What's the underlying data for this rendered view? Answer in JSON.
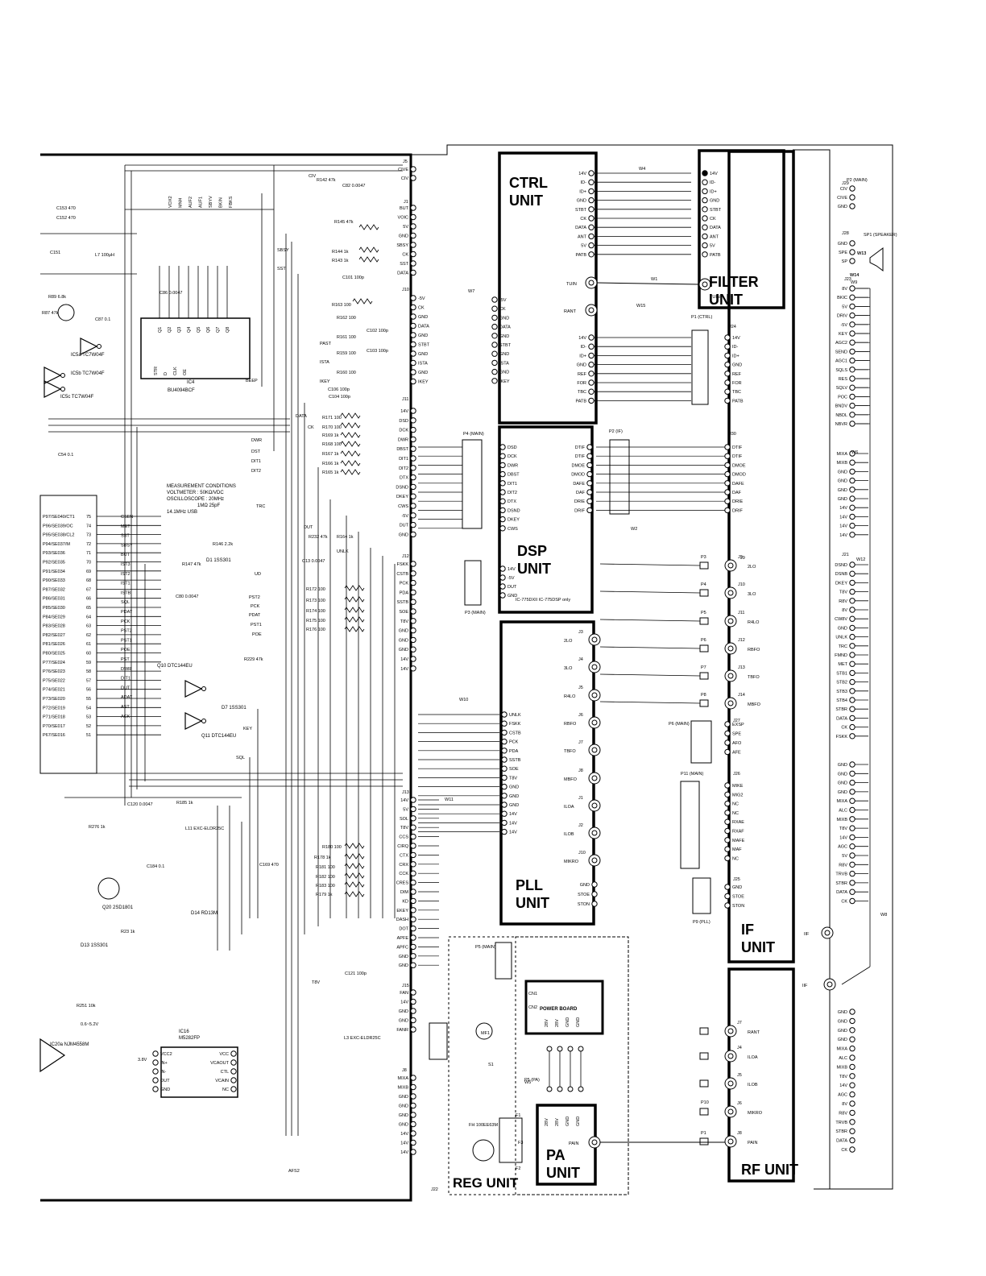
{
  "units": {
    "ctrl": "CTRL UNIT",
    "filter": "FILTER UNIT",
    "dsp": "DSP UNIT",
    "pll": "PLL UNIT",
    "if": "IF UNIT",
    "rf": "RF UNIT",
    "pa": "PA UNIT",
    "reg": "REG UNIT",
    "power_board": "POWER BOARD"
  },
  "ics": {
    "ic4_ref": "IC4",
    "ic4_part": "BU4094BCF",
    "ic16_ref": "IC16",
    "ic16_part": "M5282FP",
    "ic5a": "IC5a TC7W04F",
    "ic5b": "IC5b TC7W04F",
    "ic5c": "IC5c TC7W04F",
    "ic20a": "IC20a NJM4558M",
    "q10": "Q10 DTC144EU",
    "q11": "Q11 DTC144EU",
    "q20": "Q20 2SD1801",
    "d1": "D1 1SS301",
    "d7": "D7 1SS301",
    "d13": "D13 1SS301",
    "d14": "D14 RD13M"
  },
  "measurement": {
    "line1": "MEASUREMENT CONDITIONS",
    "line2": "VOLTMETER : 50KΩ/VDC",
    "line3": "OSCILLOSCOPE : 20MHz",
    "line4": "1MΩ 25pF",
    "line5": "14.1MHz USB"
  },
  "dsp_note": "IC-775DXII  IC-775DSP  only",
  "connectors": {
    "j5": "J5",
    "j1": "J1",
    "j10": "J10",
    "j11": "J11",
    "j12": "J12",
    "j13": "J13",
    "j15": "J15",
    "j8": "J8",
    "j22": "J22",
    "j9": "J9",
    "j30": "J30",
    "j21": "J21",
    "j23": "J23",
    "j24": "J24",
    "j25": "J25",
    "j26": "J26",
    "j27": "J27",
    "j28": "J28",
    "j29": "J29"
  },
  "pins": {
    "j5": [
      "CIVE",
      "CIV"
    ],
    "j1_main": [
      "BUT",
      "VOIC",
      "5V",
      "GND",
      "SBSY",
      "CK",
      "SST",
      "DATA"
    ],
    "j10": [
      "-5V",
      "CK",
      "GND",
      "DATA",
      "GND",
      "STBT",
      "GND",
      "ISTA",
      "GND",
      "IKEY"
    ],
    "ctrl_top": [
      "14V",
      "ID-",
      "ID+",
      "GND",
      "STBT",
      "CK",
      "DATA",
      "ANT",
      "5V",
      "PATB"
    ],
    "ctrl_bottom": [
      "14V",
      "ID-",
      "ID+",
      "GND",
      "REF",
      "FOR",
      "TBC",
      "PATB"
    ],
    "j11": [
      "14V",
      "DSD",
      "DCK",
      "DWR",
      "DBST",
      "DIT1",
      "DIT2",
      "DTX",
      "DSND",
      "DKEY",
      "CWS",
      "-5V",
      "DUT",
      "GND"
    ],
    "dsp_j3": [
      "DSD",
      "DCK",
      "DWR",
      "DBST",
      "DIT1",
      "DIT2",
      "DTX",
      "DSND",
      "DKEY",
      "CWS"
    ],
    "dsp_j1": [
      "DTIF",
      "DTIF",
      "DMOE",
      "DMOD",
      "DAFE",
      "DAF",
      "DRIE",
      "DRIF"
    ],
    "dsp_j2": [
      "14V",
      "-5V",
      "DUT",
      "GND"
    ],
    "j30": [
      "DTIF",
      "DTIF",
      "DMOE",
      "DMOD",
      "DAFE",
      "DAF",
      "DRIE",
      "DRIF"
    ],
    "j12": [
      "FSKK",
      "CSTB",
      "PCK",
      "PDA",
      "SSTB",
      "SOE",
      "T8V",
      "GND",
      "GND",
      "GND",
      "14V",
      "14V"
    ],
    "pll_j11": [
      "UNLK",
      "FSKK",
      "CSTB",
      "PCK",
      "PDA",
      "SSTB",
      "SOE",
      "T8V",
      "GND",
      "GND",
      "GND",
      "14V",
      "14V",
      "14V"
    ],
    "j13": [
      "14V",
      "5V",
      "SOL",
      "T8V",
      "CCS",
      "CIRQ",
      "CTX",
      "CRX",
      "CCK",
      "CRES",
      "DIM",
      "KD",
      "EKEY",
      "DASH",
      "DOT",
      "APFE",
      "APFC",
      "GND",
      "GND"
    ],
    "j15": [
      "FAN",
      "14V",
      "GND",
      "GND",
      "FANR"
    ],
    "j8_left": [
      "MIXA",
      "MIXB",
      "GND",
      "GND",
      "GND",
      "GND",
      "14V",
      "14V",
      "14V"
    ],
    "j23": [
      "8V",
      "BKIC",
      "5V",
      "DRIV",
      "-5V",
      "KEY",
      "AGC2",
      "SEND",
      "AGC1",
      "SQLS",
      "RES",
      "SQLV",
      "POC",
      "BNDV",
      "NBDL",
      "NBVR"
    ],
    "j22": [
      "MIXA",
      "MIXB",
      "GND",
      "GND",
      "GND",
      "GND",
      "14V",
      "14V",
      "14V",
      "14V"
    ],
    "j21": [
      "DSND",
      "DSNB",
      "DKEY",
      "T8V",
      "R8V",
      "8V",
      "CW8V",
      "GND",
      "UNLK",
      "TRC",
      "FMND",
      "MET",
      "STB1",
      "STB2",
      "STB3",
      "STB4",
      "STBR",
      "DATA",
      "CK",
      "FSKK"
    ],
    "j27": [
      "EXSP",
      "SPE",
      "AFO",
      "AFE"
    ],
    "j26": [
      "MIKE",
      "MIG2",
      "NC",
      "NC",
      "RXAE",
      "RXAF",
      "MAFE",
      "MAF",
      "NC"
    ],
    "j25": [
      "GND",
      "STOE",
      "STON"
    ],
    "rf_pins": [
      "GND",
      "GND",
      "GND",
      "GND",
      "MIXA",
      "ALC",
      "MIXB",
      "T8V",
      "14V",
      "AGC",
      "8V",
      "R8V",
      "TRVB",
      "STBR",
      "DATA",
      "CK"
    ],
    "if_lower": [
      "GND",
      "GND",
      "GND",
      "GND",
      "MIXA",
      "ALC",
      "MIXB",
      "T8V",
      "14V",
      "AGC",
      "5V",
      "R8V",
      "TRVB",
      "STBR",
      "DATA",
      "CK"
    ],
    "j29": [
      "CIV",
      "CIVE",
      "GND"
    ],
    "j28": [
      "GND",
      "SPE",
      "SP"
    ],
    "ic4_pins": [
      "Q1",
      "Q2",
      "Q3",
      "Q4",
      "Q5",
      "Q6",
      "Q7",
      "Q8"
    ],
    "ic16_pins_left": [
      "VCC2",
      "IN+",
      "IN-",
      "OUT",
      "GND"
    ],
    "ic16_pins_right": [
      "VCC",
      "VCAOUT",
      "CTL",
      "VCAIN",
      "NC"
    ],
    "power_board_pins": [
      "28V",
      "28V",
      "GND",
      "GND"
    ],
    "cpu_pins": [
      "CSEN",
      "MET",
      "SST",
      "SBSY",
      "BUT",
      "IST3",
      "IST2",
      "IST1",
      "ISTB",
      "SQL",
      "PDAT",
      "PCK",
      "PST2",
      "PST1",
      "POE",
      "PST",
      "DWR",
      "DIT1",
      "DUT",
      "ADAT",
      "AST",
      "ACK"
    ],
    "cpu_ports": [
      "P97/SE040/CT1",
      "P96/SE039/OC",
      "P95/SE038/CL2",
      "P94/SE037/M",
      "P93/SE036",
      "P92/SE035",
      "P91/SE034",
      "P90/SE033",
      "P87/SE032",
      "P86/SE031",
      "P85/SE030",
      "P84/SE029",
      "P83/SE028",
      "P82/SE027",
      "P81/SE026",
      "P80/SE025",
      "P77/SE024",
      "P76/SE023",
      "P75/SE022",
      "P74/SE021",
      "P73/SE020",
      "P72/SE019",
      "P71/SE018",
      "P70/SE017",
      "P67/SE016"
    ],
    "cpu_pin_numbers": [
      "75",
      "74",
      "73",
      "72",
      "71",
      "70",
      "69",
      "68",
      "67",
      "66",
      "65",
      "64",
      "63",
      "62",
      "61",
      "60",
      "59",
      "58",
      "57",
      "56",
      "55",
      "54",
      "53",
      "52",
      "51"
    ]
  },
  "rf_jacks": {
    "pll_left": [
      "2LO",
      "3LO",
      "R4LO",
      "RBFO",
      "TBFO",
      "MBFO",
      "ILOA",
      "ILOB",
      "MIKRO"
    ],
    "pll_jack_ids": [
      "J3",
      "J4",
      "J5",
      "J6",
      "J7",
      "J8",
      "J1",
      "J2",
      "J10"
    ],
    "if_right": [
      "2LO",
      "3LO",
      "R4LO",
      "RBFO",
      "TBFO",
      "MBFO"
    ],
    "if_jack_ids": [
      "J9",
      "J10",
      "J11",
      "J12",
      "J13",
      "J14"
    ],
    "plugs": [
      "P3",
      "P4",
      "P5",
      "P6",
      "P7",
      "P8"
    ],
    "rf_right": [
      "RANT",
      "ILOA",
      "ILOB",
      "MIKRO",
      "PAIN"
    ],
    "rf_jack_ids": [
      "J7",
      "J4",
      "J5",
      "J6",
      "J8"
    ],
    "tuin": "TUIN",
    "rant": "RANT",
    "iif": "IIF",
    "pain": "PAIN"
  },
  "wires": [
    "W1",
    "W2",
    "W4",
    "W5",
    "W6",
    "W7",
    "W8",
    "W9",
    "W10",
    "W11",
    "W12",
    "W13",
    "W14",
    "W15"
  ],
  "plugs": {
    "p1_ctrl": "P1 (CTRL)",
    "p2_if": "P2 (IF)",
    "p4_main": "P4 (MAIN)",
    "p3_main": "P3 (MAIN)",
    "p5_main": "P5 (MAIN)",
    "p6_main": "P6 (MAIN)",
    "p11_main": "P11 (MAIN)",
    "p9_pll": "P9 (PLL)",
    "p2_main": "P2 (MAIN)",
    "p5_pa": "P5 (PA)",
    "p10": "P10",
    "p1": "P1"
  },
  "components": {
    "c153": "C153 470",
    "c152": "C152 470",
    "c151": "C151",
    "l7": "L7 100μH",
    "r89": "R89 6.8k",
    "r87": "R87 47k",
    "c87": "C87 0.1",
    "r142": "R142 47k",
    "c82": "C82 0.0047",
    "c86": "C86 0.0047",
    "r145": "R145 47k",
    "r144": "R144 1k",
    "r143": "R143 1k",
    "c101": "C101 100p",
    "r163": "R163 100",
    "r162": "R162 100",
    "r161": "R161 100",
    "r159": "R159 100",
    "r160": "R160 100",
    "c102": "C102 100p",
    "c103": "C103 100p",
    "c106": "C106 100p",
    "c104": "C104 100p",
    "r171": "R171 100",
    "r170": "R170 100",
    "r169": "R169 1k",
    "r168": "R168 100",
    "r167": "R167 1k",
    "r166": "R166 1k",
    "r165": "R165 1k",
    "c54": "C54 0.1",
    "r232": "R232 47k",
    "r164": "R164 1k",
    "c13": "C13 0.0047",
    "r146": "R146 2.2k",
    "r147": "R147 47k",
    "c80": "C80 0.0047",
    "r172": "R172 100",
    "r173": "R173 100",
    "r174": "R174 100",
    "r175": "R175 100",
    "r176": "R176 100",
    "r229": "R229 47k",
    "c120": "C120 0.0047",
    "r185": "R185 1k",
    "r276": "R276 1k",
    "l11": "L11 EXC-ELDR25C",
    "c184": "C184 0.1",
    "r180": "R180 100",
    "r178": "R178 1k",
    "r181": "R181 100",
    "r182": "R182 100",
    "r183": "R183 100",
    "r179": "R179 1k",
    "c169": "C169 470",
    "r23": "R23 1k",
    "r251": "R251 10k",
    "c121": "C121 100p",
    "l3": "L3 EXC-ELDR25C",
    "mf1": "MF1",
    "s1": "S1",
    "f1": "F1",
    "f2": "F2",
    "f3": "F3",
    "fh": "FH 100EE63M",
    "voltage_note": "0.6~5.2V",
    "v38": "3.8V"
  },
  "labels": {
    "ciu": "CIV",
    "sbsy": "SBSY",
    "sst": "SST",
    "past": "PAST",
    "ista": "ISTA",
    "ikey": "IKEY",
    "beep": "BEEP",
    "data": "DATA",
    "ck": "CK",
    "dwr": "DWR",
    "dst": "DST",
    "dit1": "DIT1",
    "dit2": "DIT2",
    "trc": "TRC",
    "dut": "DUT",
    "unlk": "UNLK",
    "pst2": "PST2",
    "pck": "PCK",
    "pdat": "PDAT",
    "pst1": "PST1",
    "poe": "POE",
    "key": "KEY",
    "sql": "SQL",
    "ud": "UD",
    "t8v": "T8V",
    "afs2": "AFS2",
    "ic4_ctrl": [
      "STR",
      "D",
      "CLK",
      "OE"
    ],
    "ic4_top": [
      "VOX2",
      "MNH",
      "AUF2",
      "AUF1",
      "SBYV",
      "BKIN",
      "FBKS"
    ],
    "w13": "W13",
    "w14": "W14",
    "sp1": "SP1 (SPEAKER)",
    "cn1": "CN1",
    "cn2": "CN2"
  }
}
